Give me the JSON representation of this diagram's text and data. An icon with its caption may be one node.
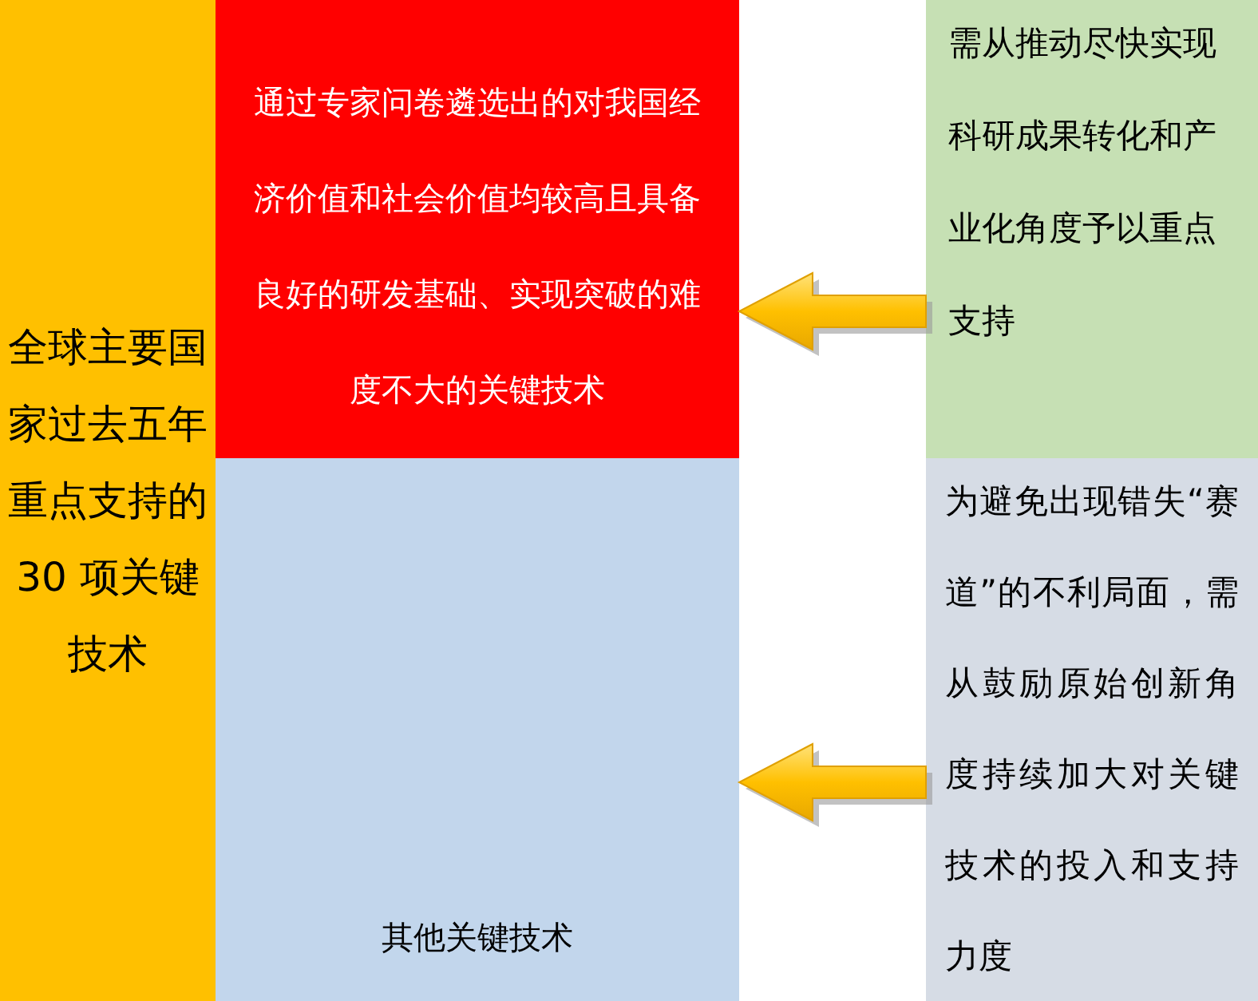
{
  "diagram": {
    "nodes": [
      {
        "text": [
          "全球主要国家过去五年重点支持的 30 项关键技术"
        ]
      },
      {
        "text": [
          "通过专家问卷遴选出的对我国经济价值和社会价值均较高且具备良好的研发基础、实现突破的难度不大的关键技术"
        ]
      },
      {
        "text": [
          "其他关键技术"
        ]
      },
      {
        "text": [
          "需从推动尽快实现科研成果转化和产业化角度予以重点支持"
        ]
      },
      {
        "text": [
          "为避免出现错失“赛道”的不利局面，需从鼓励原始创新角度持续加大对关键技术的投入和支持力度"
        ]
      }
    ],
    "edges": [
      {
        "from": 3,
        "to": 1,
        "arrow": "to"
      },
      {
        "from": 4,
        "to": 2,
        "arrow": "to"
      }
    ]
  }
}
